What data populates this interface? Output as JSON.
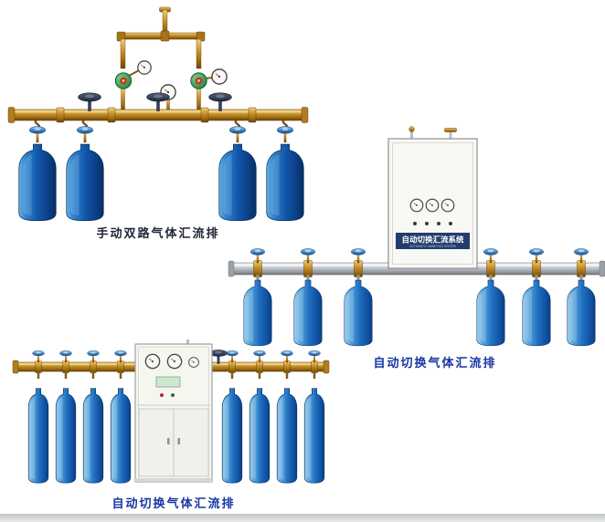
{
  "figures": [
    {
      "id": "manual-dual-manifold",
      "caption": "手动双路气体汇流排",
      "cylinder_count": 4,
      "valve_handwheel_count": 3,
      "regulator_count": 2,
      "gauge_count": 3
    },
    {
      "id": "auto-switch-manifold-wall",
      "caption": "自动切换气体汇流排",
      "cylinder_count": 6,
      "control_box": {
        "label": "自动切换汇流系统",
        "sublabel": "AUTOMATIC MANIFOLD SYSTEM",
        "gauge_count": 3,
        "indicator_count": 4
      }
    },
    {
      "id": "auto-switch-manifold-cabinet",
      "caption": "自动切换气体汇流排",
      "cylinder_count": 8,
      "cabinet": {
        "gauge_count": 3
      }
    }
  ],
  "colors": {
    "caption_primary": "#202538",
    "caption_accent": "#1736a4",
    "brass_pipe": "#cf9a33",
    "silver_pipe": "#b9bec4",
    "cylinder_dark_blue": "#1258ab",
    "cylinder_light_blue": "#5aa7dd",
    "regulator_green": "#2e8b4a",
    "control_band_navy": "#223d6b",
    "background": "#ffffff"
  }
}
